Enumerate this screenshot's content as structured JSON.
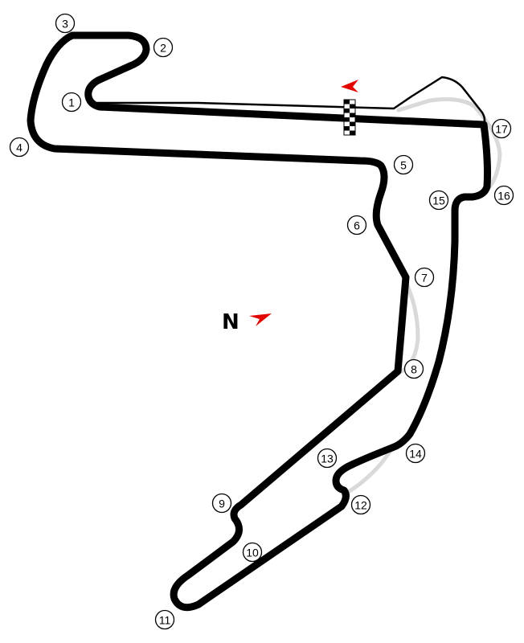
{
  "map": {
    "north_label": "N",
    "colors": {
      "track": "#000000",
      "old_layout": "#d9d9d9",
      "direction_arrow": "#e10600"
    },
    "icons": [
      "start-finish-checkered-flag-icon",
      "race-direction-arrow-icon",
      "north-arrow-icon"
    ],
    "turns": [
      "1",
      "2",
      "3",
      "4",
      "5",
      "6",
      "7",
      "8",
      "9",
      "10",
      "11",
      "12",
      "13",
      "14",
      "15",
      "16",
      "17"
    ]
  }
}
